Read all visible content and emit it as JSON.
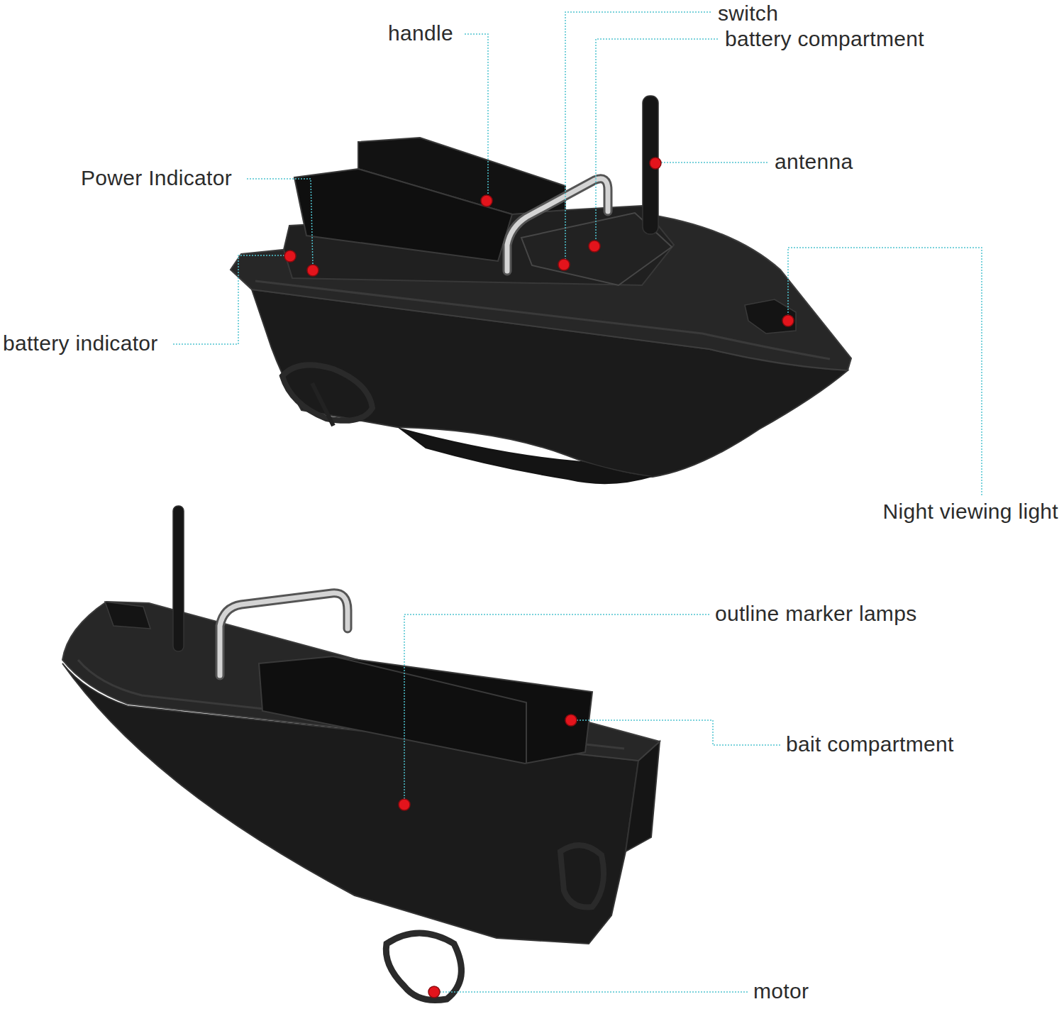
{
  "diagram": {
    "labels": [
      "switch",
      "handle",
      "battery compartment",
      "antenna",
      "Power Indicator",
      "battery indicator",
      "Night viewing light",
      "outline marker lamps",
      "bait compartment",
      "motor"
    ]
  }
}
